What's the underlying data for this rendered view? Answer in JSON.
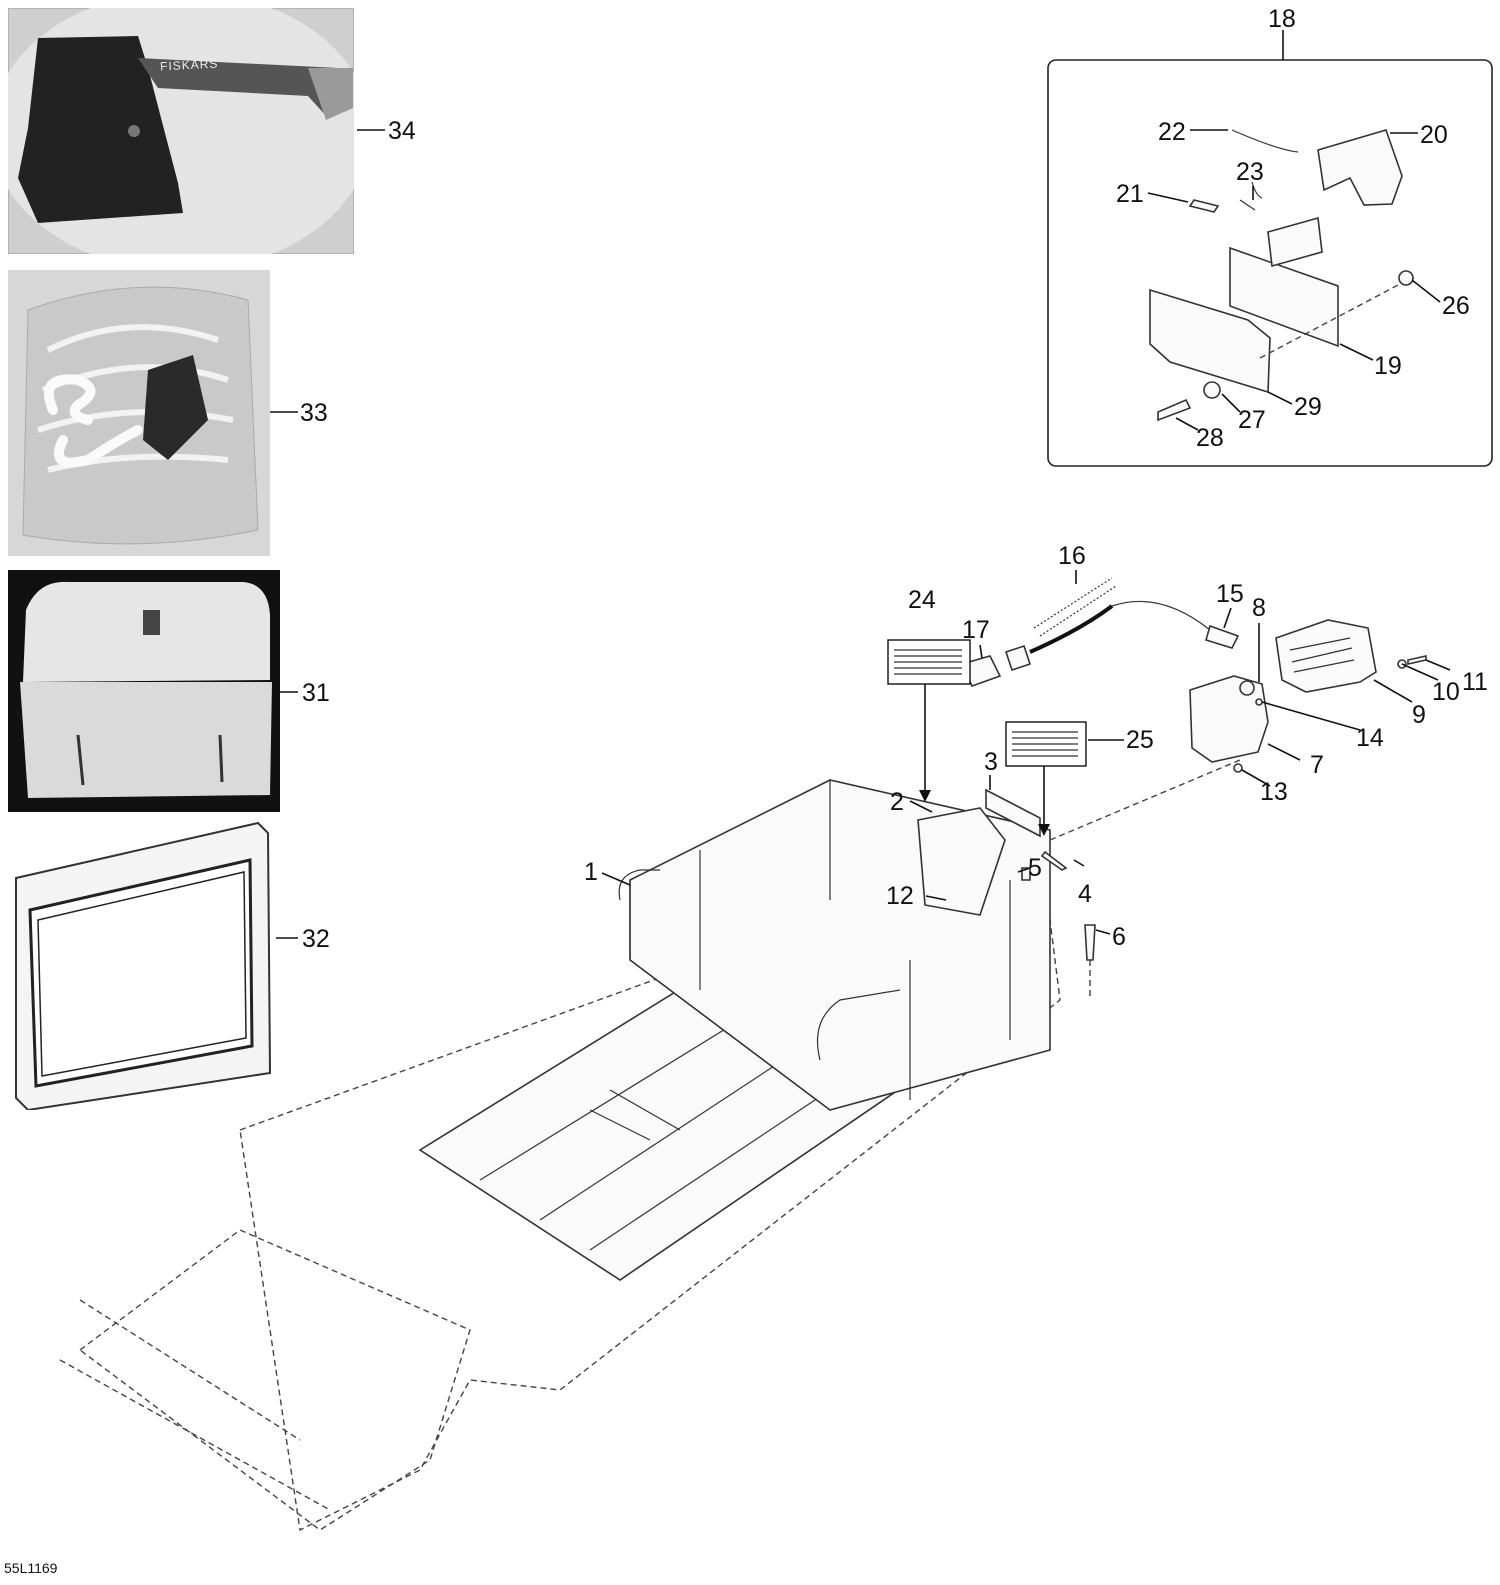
{
  "diagram": {
    "reference_code": "55L1169",
    "callouts": [
      "1",
      "2",
      "3",
      "4",
      "5",
      "6",
      "7",
      "8",
      "9",
      "10",
      "11",
      "12",
      "13",
      "14",
      "15",
      "16",
      "17",
      "18",
      "19",
      "20",
      "21",
      "22",
      "23",
      "24",
      "25",
      "26",
      "27",
      "28",
      "29",
      "31",
      "32",
      "33",
      "34"
    ],
    "axe_brand": "FISKARS"
  }
}
